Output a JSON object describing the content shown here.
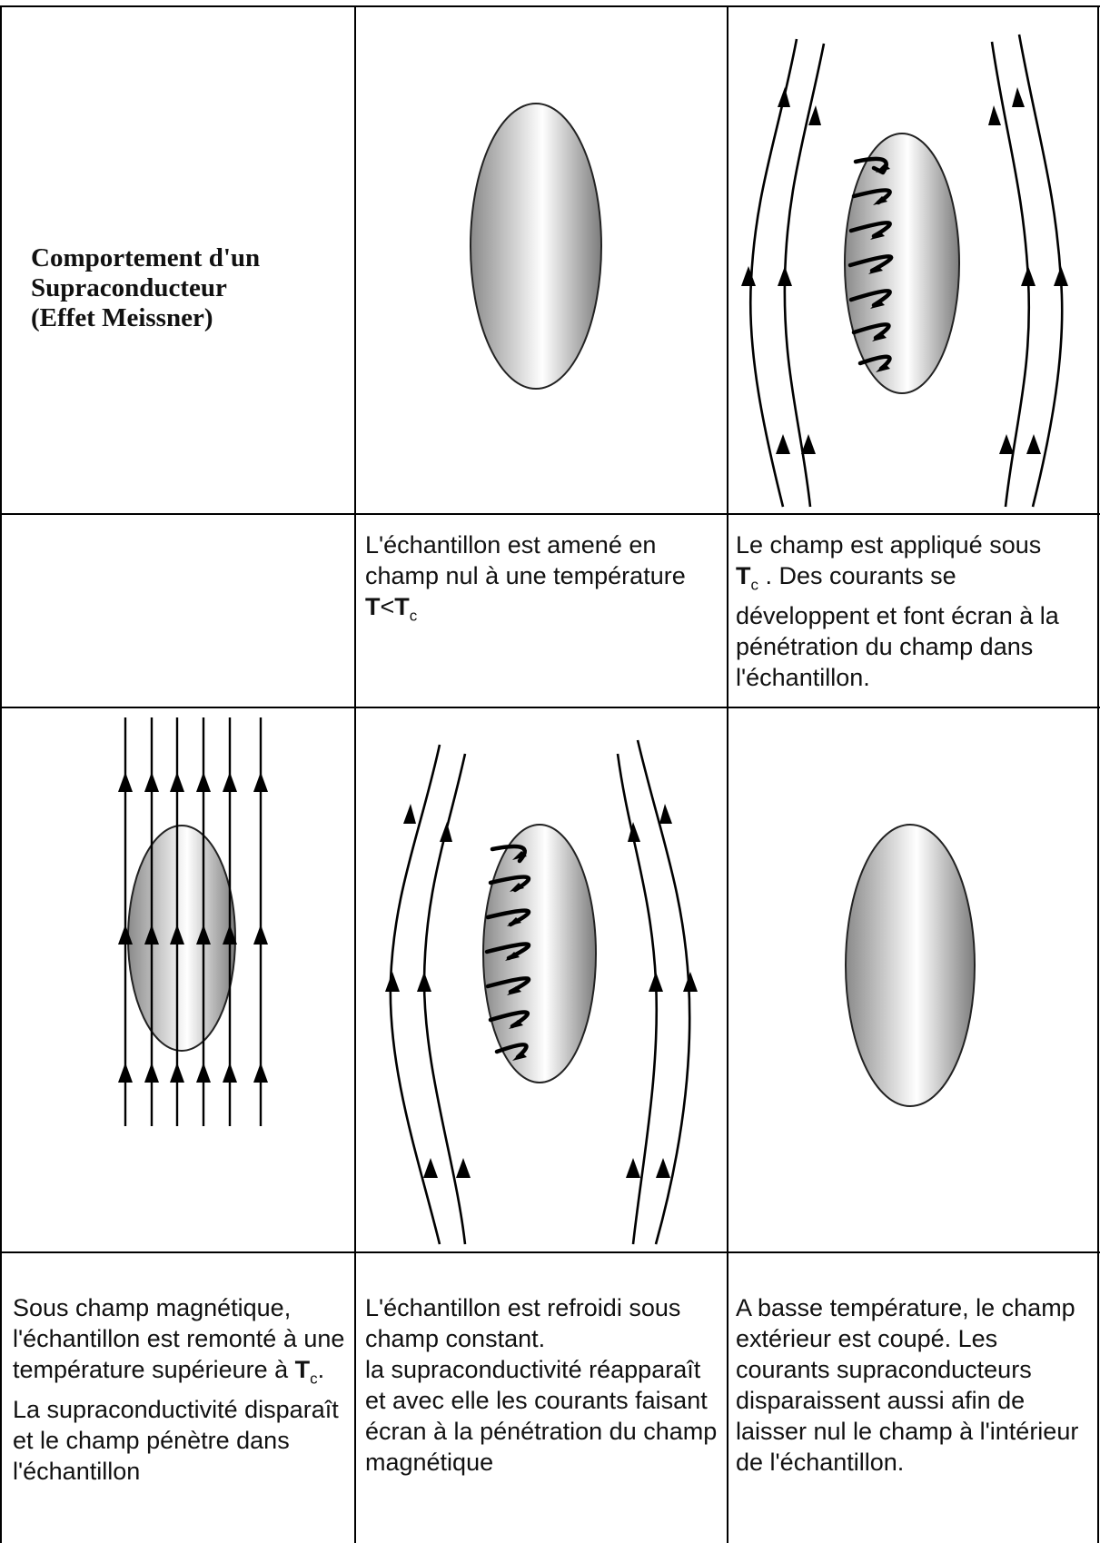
{
  "title": {
    "line1": "Comportement d'un",
    "line2": "Supraconducteur",
    "line3": "(Effet Meissner)"
  },
  "captions": {
    "row2_col2": {
      "part1": "L'échantillon est amené en champ nul à une température ",
      "T": "T",
      "lt": "<",
      "Tc": "T",
      "sub": "c"
    },
    "row2_col3": {
      "T": "T",
      "sub": "c",
      "text_before": "Le champ est appliqué sous",
      "text_after": ". Des courants se développent et font écran à la pénétration du champ dans l'échantillon."
    },
    "row4_col1": {
      "text_before": "Sous champ magnétique, l'échantillon est remonté à une température supérieure à ",
      "T": "T",
      "sub": "c",
      "text_after": ". La supraconductivité disparaît et le champ pénètre dans l'échantillon"
    },
    "row4_col2": {
      "line1": "L'échantillon est refroidi sous champ constant.",
      "line2": "la supraconductivité réapparaît et avec elle les courants faisant écran à la pénétration du champ magnétique"
    },
    "row4_col3": {
      "text": "A basse température, le champ extérieur est coupé. Les courants supraconducteurs disparaissent aussi afin de laisser nul le champ à l'intérieur de l'échantillon."
    }
  },
  "colors": {
    "border": "#000000",
    "ellipse_dark": "#8a8a8a",
    "ellipse_light": "#ffffff"
  }
}
